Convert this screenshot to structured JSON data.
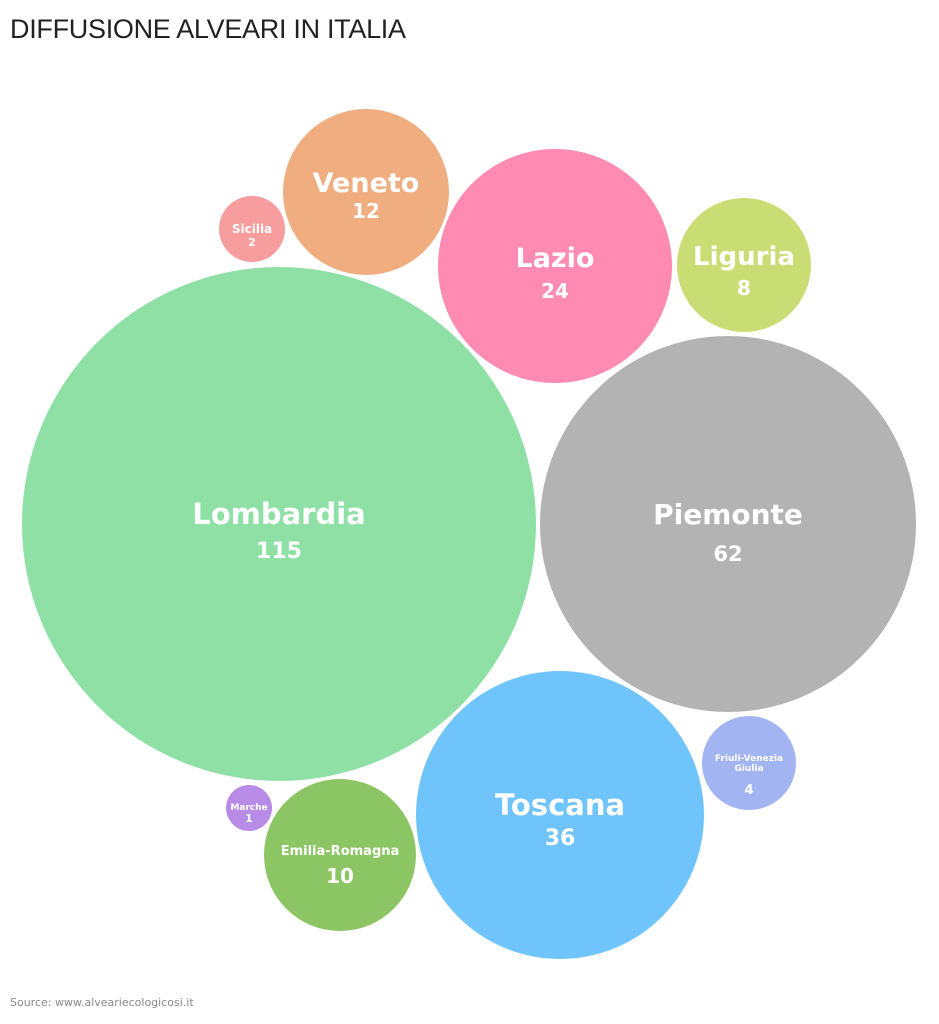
{
  "title": "DIFFUSIONE ALVEARI IN ITALIA",
  "source": "Source: www.alveariecologicosi.it",
  "chart_data": {
    "type": "bubble",
    "title": "DIFFUSIONE ALVEARI IN ITALIA",
    "series": [
      {
        "label": "Lombardia",
        "value": "115",
        "color": "#8fe0a5"
      },
      {
        "label": "Piemonte",
        "value": "62",
        "color": "#b3b3b3"
      },
      {
        "label": "Toscana",
        "value": "36",
        "color": "#6fc4fc"
      },
      {
        "label": "Lazio",
        "value": "24",
        "color": "#ff8ab2"
      },
      {
        "label": "Veneto",
        "value": "12",
        "color": "#efad80"
      },
      {
        "label": "Emilia-Romagna",
        "value": "10",
        "color": "#8cc664"
      },
      {
        "label": "Liguria",
        "value": "8",
        "color": "#c9dd74"
      },
      {
        "label": "Friuli-Venezia Giulia",
        "value": "4",
        "color": "#a3b4f2"
      },
      {
        "label": "Sicilia",
        "value": "2",
        "color": "#f89d9d"
      },
      {
        "label": "Marche",
        "value": "1",
        "color": "#b88be6"
      }
    ]
  }
}
